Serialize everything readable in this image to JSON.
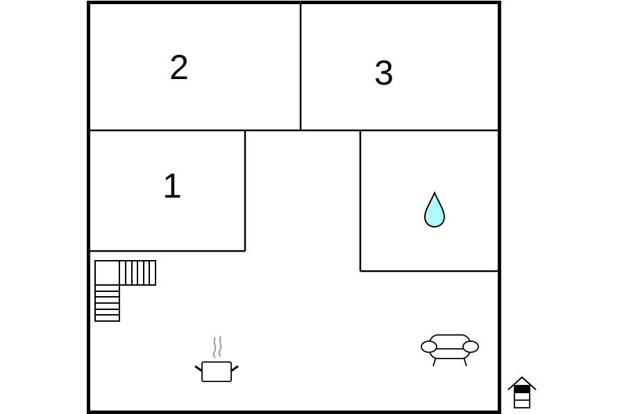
{
  "floorplan": {
    "colors": {
      "wall": "#000000",
      "background": "#ffffff",
      "water": "#aefaff",
      "steam": "#999999"
    },
    "rooms": [
      {
        "label": "1",
        "type": "bedroom"
      },
      {
        "label": "2",
        "type": "bedroom"
      },
      {
        "label": "3",
        "type": "bedroom"
      }
    ],
    "icons": [
      {
        "name": "staircase-icon"
      },
      {
        "name": "bathroom-water-drop-icon"
      },
      {
        "name": "kitchen-pot-icon"
      },
      {
        "name": "living-room-sofa-icon"
      },
      {
        "name": "floor-level-house-icon"
      }
    ]
  }
}
